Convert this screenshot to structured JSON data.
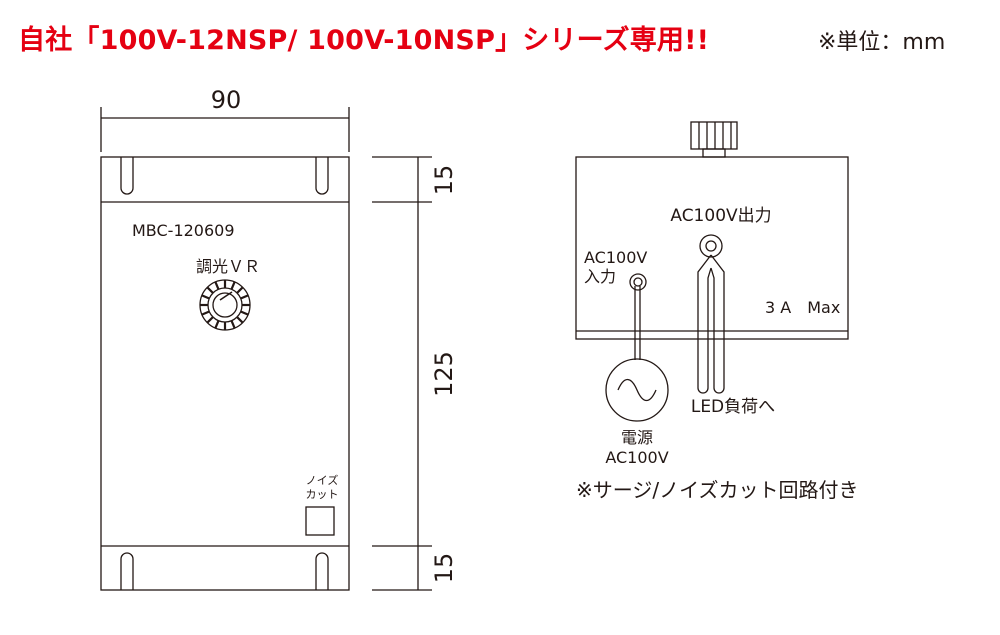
{
  "header": {
    "title": "自社「100V-12NSP/ 100V-10NSP」シリーズ専用!!",
    "unit_note": "※単位：mm"
  },
  "front_view": {
    "width_dim": "90",
    "top_dim": "15",
    "middle_dim": "125",
    "bottom_dim": "15",
    "model_label": "MBC-120609",
    "dimmer_label": "調光ＶＲ",
    "noise_cut_line1": "ノイズ",
    "noise_cut_line2": "カット"
  },
  "wiring_view": {
    "output_label": "AC100V出力",
    "input_line1": "AC100V",
    "input_line2": "入力",
    "rating_label": "3 A　Max",
    "source_line1": "電源",
    "source_line2": "AC100V",
    "load_label": "LED負荷へ",
    "surge_note": "※サージ/ノイズカット回路付き"
  },
  "colors": {
    "title": "#e50012",
    "line": "#231815"
  }
}
